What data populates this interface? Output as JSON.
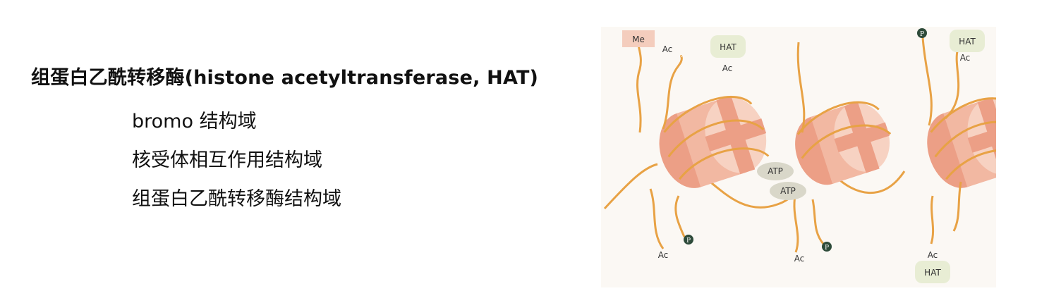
{
  "text": {
    "heading": "组蛋白乙酰转移酶(histone acetyltransferase, HAT)",
    "items": [
      "bromo 结构域",
      "核受体相互作用结构域",
      "组蛋白乙酰转移酶结构域"
    ]
  },
  "figure": {
    "labels": {
      "me": "Me",
      "hat": "HAT",
      "ac": "Ac",
      "atp": "ATP",
      "phospho": "P"
    },
    "colors": {
      "dna": "#e8a245",
      "histone_light": "#f7d2c2",
      "histone_dark": "#ec9f86",
      "histone_mid": "#f2b8a2",
      "me_box": "#f4cdbd",
      "hat_box": "#e8edd4",
      "atp": "#d9d7c9",
      "phospho": "#2e4b3a"
    }
  }
}
